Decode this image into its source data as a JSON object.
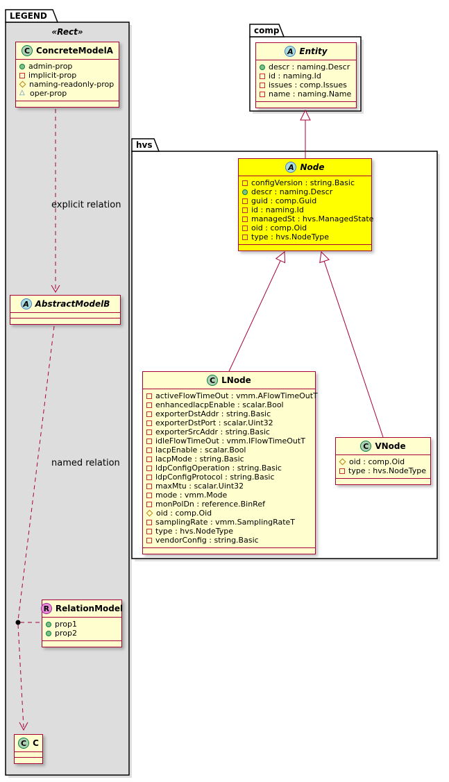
{
  "packages": {
    "legend": {
      "label": "LEGEND",
      "stereotype": "«Rect»"
    },
    "comp": {
      "label": "comp"
    },
    "hvs": {
      "label": "hvs"
    }
  },
  "relations": {
    "explicit_label": "explicit relation",
    "named_label": "named relation"
  },
  "classes": {
    "concrete_model_a": {
      "kind": "C",
      "name": "ConcreteModelA",
      "attributes": [
        {
          "icon": "circle",
          "text": "admin-prop"
        },
        {
          "icon": "square",
          "text": "implicit-prop"
        },
        {
          "icon": "diamond",
          "text": "naming-readonly-prop"
        },
        {
          "icon": "triangle",
          "text": "oper-prop"
        }
      ]
    },
    "abstract_model_b": {
      "kind": "A",
      "name": "AbstractModelB",
      "attributes": []
    },
    "relation_model": {
      "kind": "R",
      "name": "RelationModel",
      "attributes": [
        {
          "icon": "circle",
          "text": "prop1"
        },
        {
          "icon": "circle",
          "text": "prop2"
        }
      ]
    },
    "c_class": {
      "kind": "C",
      "name": "C",
      "attributes": []
    },
    "entity": {
      "kind": "A",
      "name": "Entity",
      "attributes": [
        {
          "icon": "circle",
          "text": "descr : naming.Descr"
        },
        {
          "icon": "square",
          "text": "id : naming.Id"
        },
        {
          "icon": "square",
          "text": "issues : comp.Issues"
        },
        {
          "icon": "square",
          "text": "name : naming.Name"
        }
      ]
    },
    "node": {
      "kind": "A",
      "name": "Node",
      "attributes": [
        {
          "icon": "square",
          "text": "configVersion : string.Basic"
        },
        {
          "icon": "circle",
          "text": "descr : naming.Descr"
        },
        {
          "icon": "square",
          "text": "guid : comp.Guid"
        },
        {
          "icon": "square",
          "text": "id : naming.Id"
        },
        {
          "icon": "square",
          "text": "managedSt : hvs.ManagedState"
        },
        {
          "icon": "square",
          "text": "oid : comp.Oid"
        },
        {
          "icon": "square",
          "text": "type : hvs.NodeType"
        }
      ]
    },
    "lnode": {
      "kind": "C",
      "name": "LNode",
      "attributes": [
        {
          "icon": "square",
          "text": "activeFlowTimeOut : vmm.AFlowTimeOutT"
        },
        {
          "icon": "square",
          "text": "enhancedlacpEnable : scalar.Bool"
        },
        {
          "icon": "square",
          "text": "exporterDstAddr : string.Basic"
        },
        {
          "icon": "square",
          "text": "exporterDstPort : scalar.Uint32"
        },
        {
          "icon": "square",
          "text": "exporterSrcAddr : string.Basic"
        },
        {
          "icon": "square",
          "text": "idleFlowTimeOut : vmm.IFlowTimeOutT"
        },
        {
          "icon": "square",
          "text": "lacpEnable : scalar.Bool"
        },
        {
          "icon": "square",
          "text": "lacpMode : string.Basic"
        },
        {
          "icon": "square",
          "text": "ldpConfigOperation : string.Basic"
        },
        {
          "icon": "square",
          "text": "ldpConfigProtocol : string.Basic"
        },
        {
          "icon": "square",
          "text": "maxMtu : scalar.Uint32"
        },
        {
          "icon": "square",
          "text": "mode : vmm.Mode"
        },
        {
          "icon": "square",
          "text": "monPolDn : reference.BinRef"
        },
        {
          "icon": "diamond",
          "text": "oid : comp.Oid"
        },
        {
          "icon": "square",
          "text": "samplingRate : vmm.SamplingRateT"
        },
        {
          "icon": "square",
          "text": "type : hvs.NodeType"
        },
        {
          "icon": "square",
          "text": "vendorConfig : string.Basic"
        }
      ]
    },
    "vnode": {
      "kind": "C",
      "name": "VNode",
      "attributes": [
        {
          "icon": "diamond",
          "text": "oid : comp.Oid"
        },
        {
          "icon": "square",
          "text": "type : hvs.NodeType"
        }
      ]
    }
  },
  "colors": {
    "class_bg": "#FEFECE",
    "class_border": "#A80036",
    "highlight_bg": "#FFFF00",
    "legend_bg": "#DDDDDD",
    "relation_color": "#A80036"
  }
}
